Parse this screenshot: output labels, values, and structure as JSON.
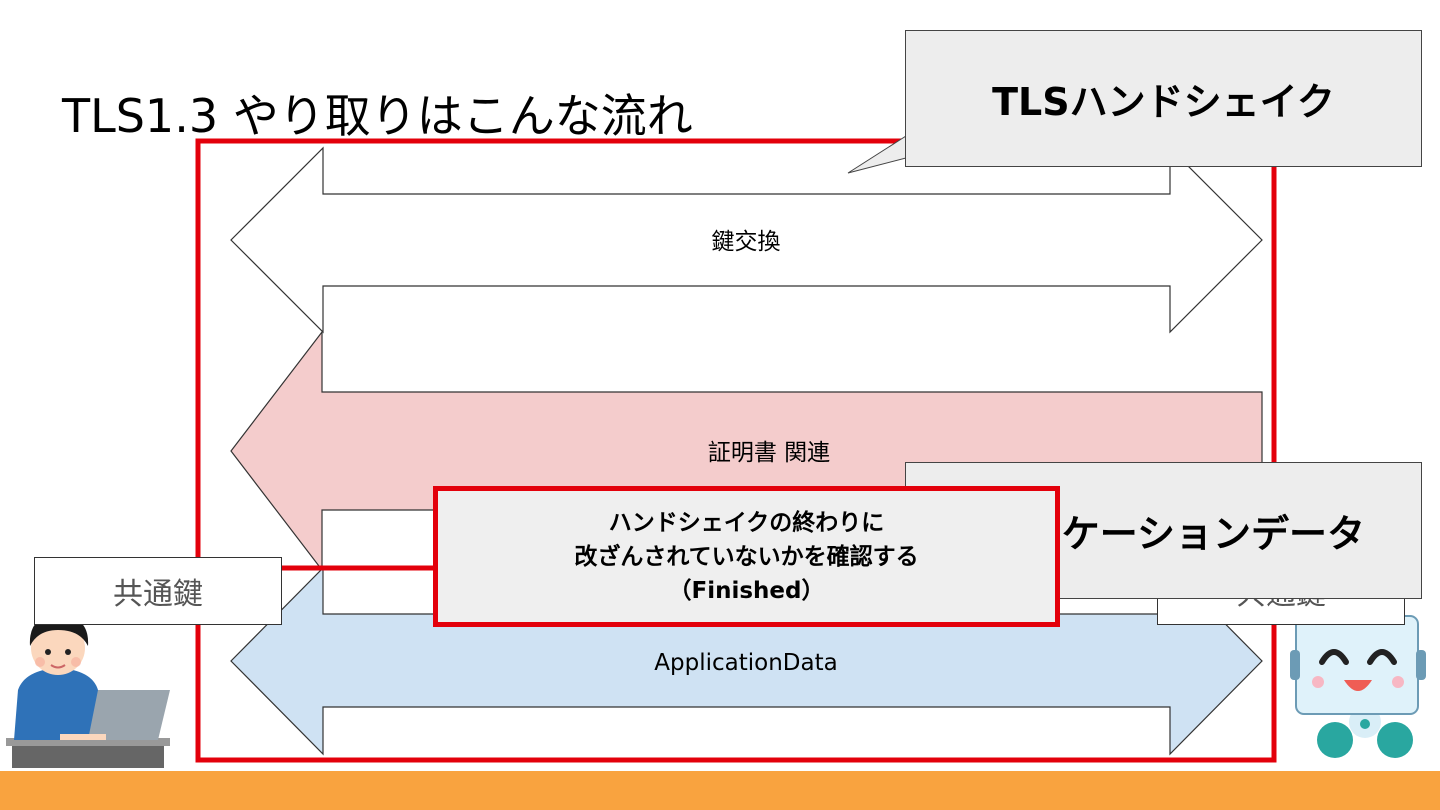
{
  "slide": {
    "title": "TLS1.3 やり取りはこんな流れ",
    "accent_color": "#e3000b",
    "bottom_bar_color": "#f9a33f"
  },
  "arrows": {
    "key_exchange": {
      "label": "鍵交換",
      "fill": "#ffffff",
      "direction": "both"
    },
    "certificate": {
      "label": "証明書 関連",
      "fill": "#f4cccc",
      "direction": "left"
    },
    "application_data": {
      "label": "ApplicationData",
      "fill": "#cfe2f3",
      "direction": "both"
    }
  },
  "labels": {
    "left_key": "共通鍵",
    "right_key": "共通鍵"
  },
  "callouts": {
    "tls_handshake": "TLSハンドシェイク",
    "application_data": "アプリケーションデータ"
  },
  "finished_box": {
    "line1": "ハンドシェイクの終わりに",
    "line2": "改ざんされていないかを確認する",
    "line3": "（Finished）"
  },
  "illustrations": {
    "left": "person-with-laptop-icon",
    "right": "server-robot-icon"
  }
}
